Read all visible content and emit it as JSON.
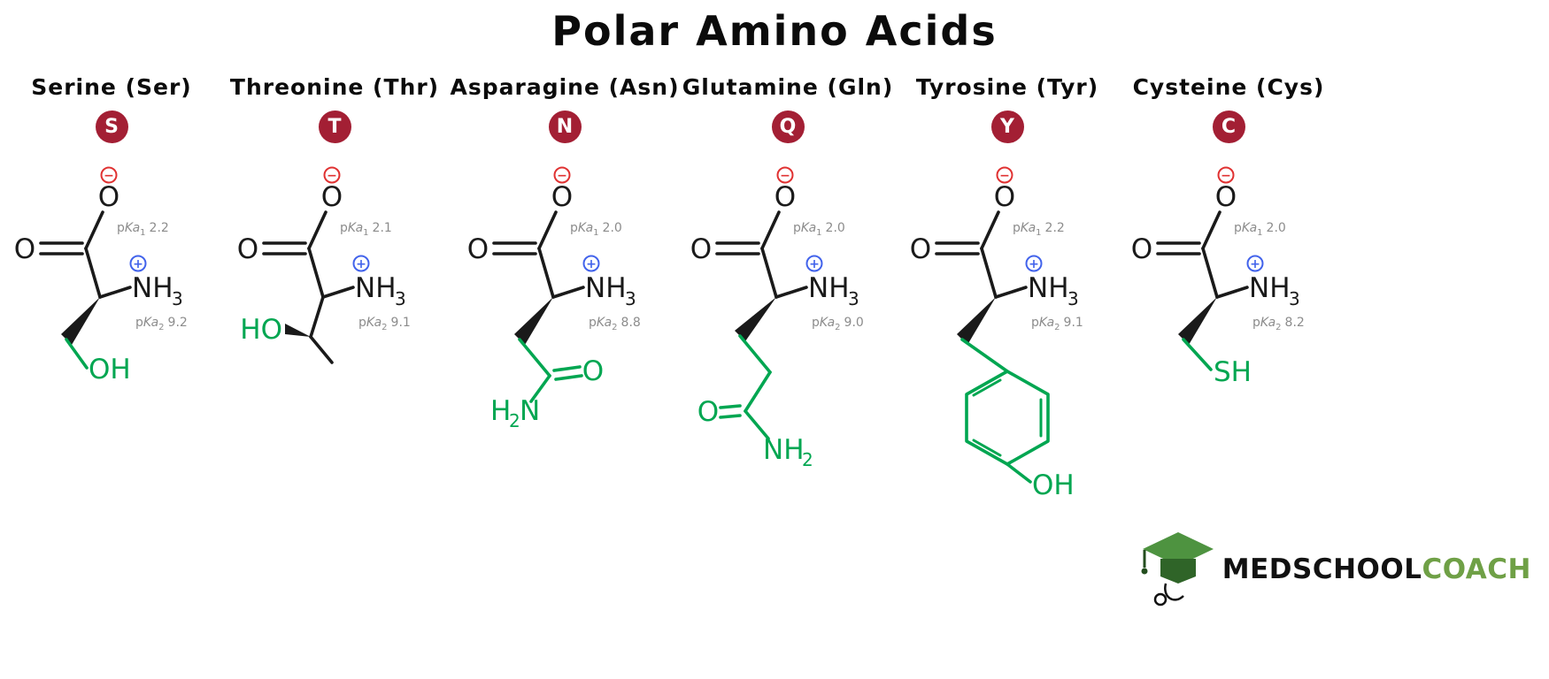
{
  "title": "Polar Amino Acids",
  "colors": {
    "badge_red": "#A31F34",
    "structure_black": "#1A1A1A",
    "side_chain_green": "#00A651",
    "positive_charge_blue": "#4263EB",
    "negative_charge_red": "#E03131",
    "pka_gray": "#8C8C8C",
    "logo_green": "#6FA046",
    "cap_green": "#4E9340",
    "cap_dark_green": "#2F6428"
  },
  "labels": {
    "p": "p",
    "ka": "Ka",
    "sub1": "1",
    "sub2": "2",
    "o": "O",
    "nh": "NH",
    "three": "3",
    "plus": "+",
    "minus": "−",
    "oh": "OH",
    "ho": "HO",
    "sh": "SH",
    "h": "H",
    "two": "2",
    "n": "N"
  },
  "amino_acids": [
    {
      "name": "Serine (Ser)",
      "letter": "S",
      "pka1": "2.2",
      "pka2": "9.2",
      "side_chain": "hydroxyl -OH"
    },
    {
      "name": "Threonine (Thr)",
      "letter": "T",
      "pka1": "2.1",
      "pka2": "9.1",
      "side_chain": "hydroxyl HO- with methyl"
    },
    {
      "name": "Asparagine (Asn)",
      "letter": "N",
      "pka1": "2.0",
      "pka2": "8.8",
      "side_chain": "amide H2N-C=O"
    },
    {
      "name": "Glutamine (Gln)",
      "letter": "Q",
      "pka1": "2.0",
      "pka2": "9.0",
      "side_chain": "amide O=C-NH2"
    },
    {
      "name": "Tyrosine (Tyr)",
      "letter": "Y",
      "pka1": "2.2",
      "pka2": "9.1",
      "side_chain": "phenol ring -OH"
    },
    {
      "name": "Cysteine (Cys)",
      "letter": "C",
      "pka1": "2.0",
      "pka2": "8.2",
      "side_chain": "thiol -SH"
    }
  ],
  "logo": {
    "medschool": "MEDSCHOOL",
    "coach": "COACH"
  }
}
